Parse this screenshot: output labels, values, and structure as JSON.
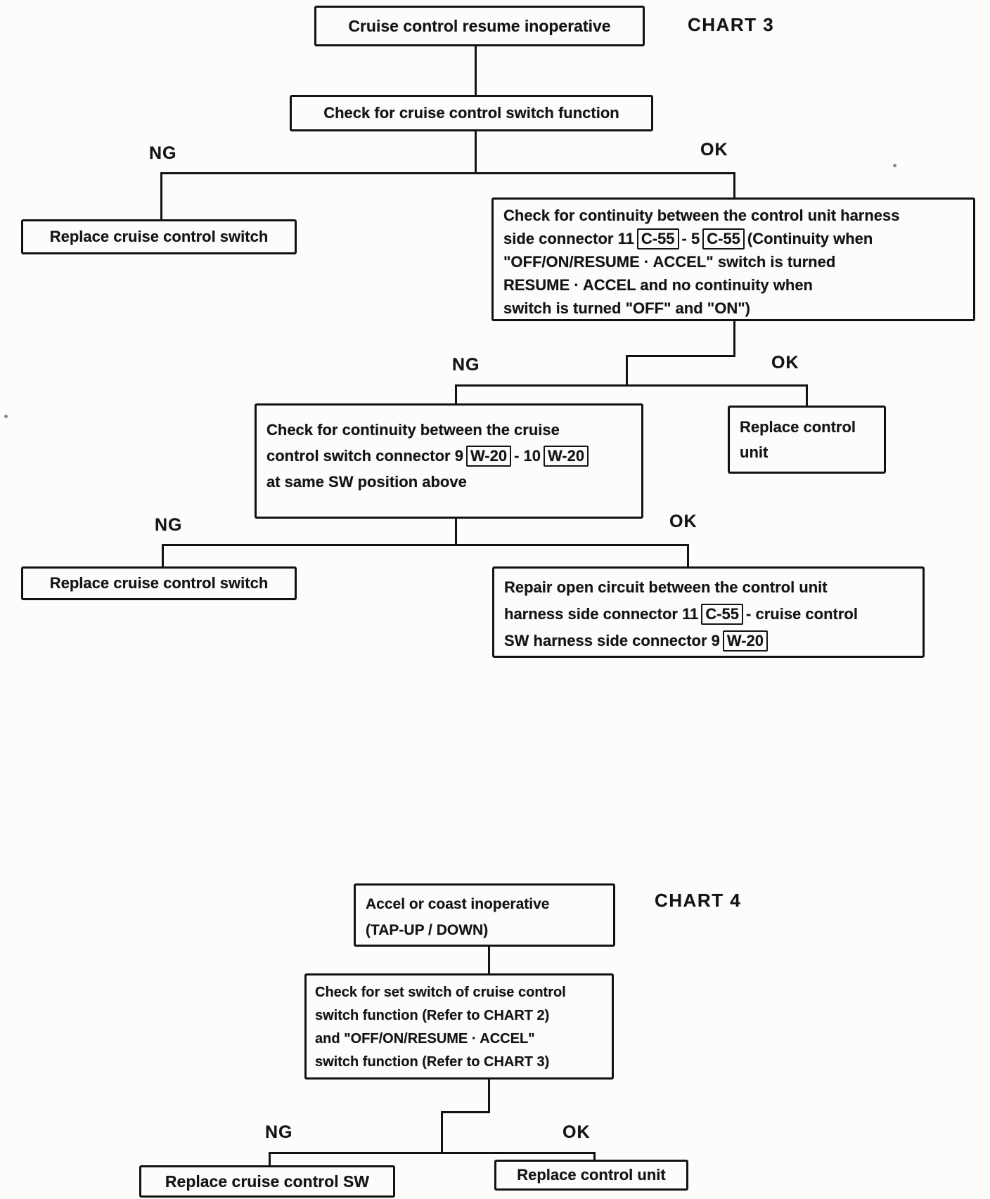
{
  "colors": {
    "ink": "#141414",
    "paper": "#fcfcfb"
  },
  "charts": {
    "chart3": {
      "title": "CHART 3",
      "start": "Cruise control resume inoperative",
      "check_switch_function": "Check for cruise control switch function",
      "branch1": {
        "ng": "NG",
        "ok": "OK"
      },
      "replace_cruise_switch_1": "Replace cruise control switch",
      "check_continuity_control_unit": {
        "line1": "Check for continuity between the control unit harness",
        "line2_a": "side connector 11",
        "line2_ref1": "C-55",
        "line2_b": "- 5",
        "line2_ref2": "C-55",
        "line2_c": "(Continuity when",
        "line3": "\"OFF/ON/RESUME · ACCEL\" switch is turned",
        "line4": "RESUME · ACCEL and no continuity when",
        "line5": "switch is turned \"OFF\" and \"ON\")"
      },
      "branch2": {
        "ng": "NG",
        "ok": "OK"
      },
      "check_continuity_cruise_switch": {
        "line1": "Check for continuity between the cruise",
        "line2_a": "control switch connector 9",
        "line2_ref1": "W-20",
        "line2_b": "- 10",
        "line2_ref2": "W-20",
        "line3": "at same SW position above"
      },
      "replace_control_unit": "Replace control unit",
      "branch3": {
        "ng": "NG",
        "ok": "OK"
      },
      "replace_cruise_switch_2": "Replace cruise control switch",
      "repair_open_circuit": {
        "line1": "Repair open circuit between the control unit",
        "line2_a": "harness side connector 11",
        "line2_ref1": "C-55",
        "line2_b": "- cruise control",
        "line3_a": "SW harness side connector 9",
        "line3_ref1": "W-20"
      }
    },
    "chart4": {
      "title": "CHART 4",
      "start_line1": "Accel or coast inoperative",
      "start_line2": "(TAP-UP / DOWN)",
      "check_set_switch": {
        "line1": "Check for set switch of cruise control",
        "line2": "switch function (Refer to CHART 2)",
        "line3": "and \"OFF/ON/RESUME · ACCEL\"",
        "line4": "switch function (Refer to CHART 3)"
      },
      "branch1": {
        "ng": "NG",
        "ok": "OK"
      },
      "replace_cruise_sw": "Replace cruise control SW",
      "replace_control_unit": "Replace control unit"
    }
  }
}
